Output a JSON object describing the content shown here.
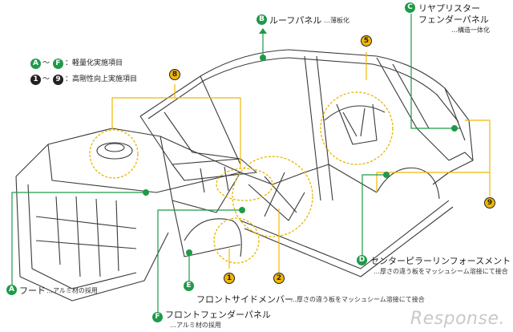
{
  "labels": {
    "A": {
      "badge": "A",
      "title": "フード",
      "note": "…アルミ材の採用"
    },
    "B": {
      "badge": "B",
      "title": "ルーフパネル",
      "note": "…薄板化"
    },
    "C": {
      "badge": "C",
      "title_line1": "リヤプリスター",
      "title_line2": "フェンダーパネル",
      "note": "…構造一体化"
    },
    "D": {
      "badge": "D",
      "title": "センターピラーリンフォースメント",
      "note": "…厚さの違う板をマッシュシーム溶接にて接合"
    },
    "E": {
      "badge": "E",
      "title": "フロントサイドメンバー",
      "note": "…厚さの違う板をマッシュシーム溶接にて接合"
    },
    "F": {
      "badge": "F",
      "title": "フロントフェンダーパネル",
      "note": "…アルミ材の採用"
    }
  },
  "legend": {
    "row1_badge_start": "A",
    "row1_badge_end": "F",
    "row1_text": "：軽量化実施項目",
    "row2_badge_start": "1",
    "row2_badge_end": "9",
    "row2_text": "：高剛性向上実施項目",
    "tilde": "〜"
  },
  "numbers": [
    "1",
    "2",
    "5",
    "8",
    "9"
  ],
  "watermark": "Response.",
  "colors": {
    "green": "#1f9a48",
    "yellow": "#f2b705",
    "line": "#333333"
  }
}
